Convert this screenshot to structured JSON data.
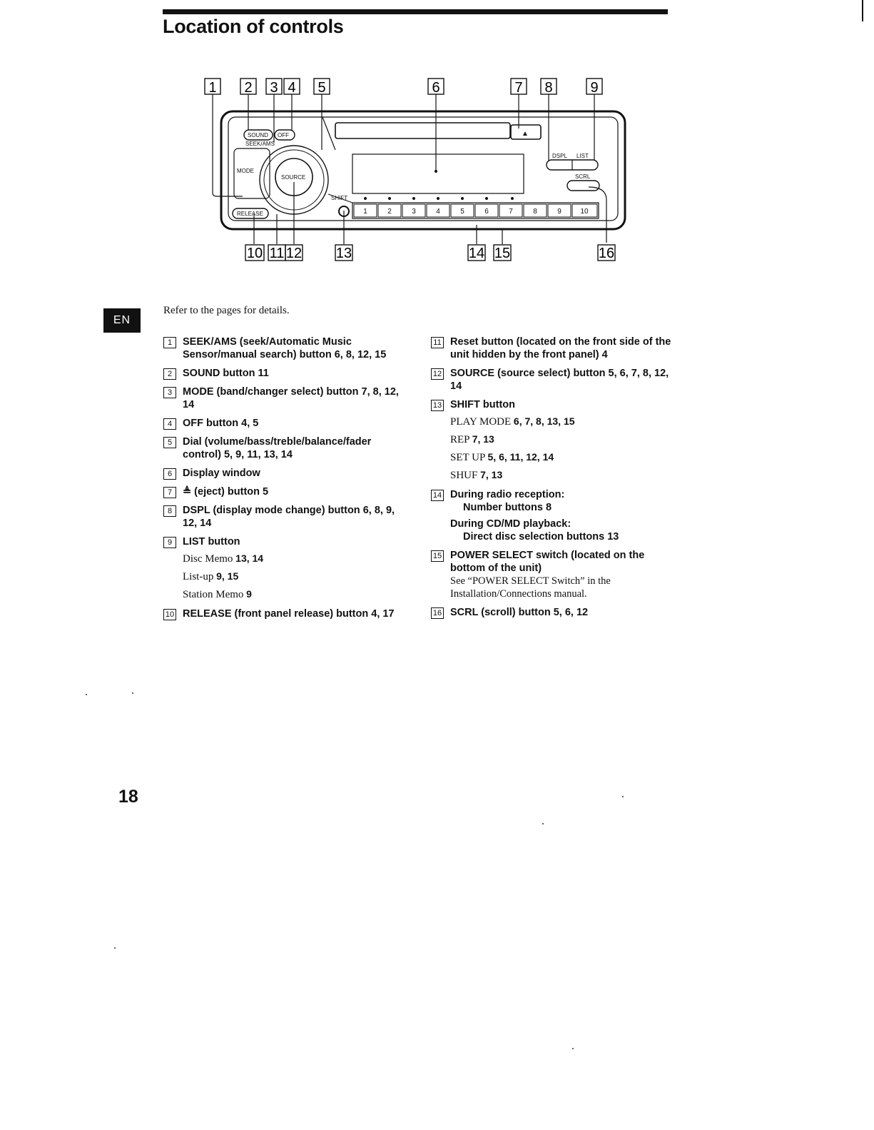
{
  "title": "Location of controls",
  "tab": "EN",
  "intro": "Refer to the pages for details.",
  "page_number": "18",
  "diagram": {
    "callouts_top": [
      "1",
      "2",
      "3",
      "4",
      "5",
      "6",
      "7",
      "8",
      "9"
    ],
    "callouts_bottom": [
      "10",
      "11",
      "12",
      "13",
      "14",
      "15",
      "16"
    ],
    "labels": {
      "sound": "SOUND",
      "off": "OFF",
      "seek_ams": "SEEK/AMS",
      "mode": "MODE",
      "source": "SOURCE",
      "shift": "SHIFT",
      "dspl": "DSPL",
      "list": "LIST",
      "scrl": "SCRL",
      "release": "RELEASE",
      "eject": "▲"
    },
    "number_buttons": [
      "1",
      "2",
      "3",
      "4",
      "5",
      "6",
      "7",
      "8",
      "9",
      "10"
    ]
  },
  "left_items": [
    {
      "num": "1",
      "text": "SEEK/AMS (seek/Automatic Music Sensor/manual search) button 6, 8, 12, 15"
    },
    {
      "num": "2",
      "text": "SOUND button 11"
    },
    {
      "num": "3",
      "text": "MODE (band/changer select) button 7, 8, 12, 14"
    },
    {
      "num": "4",
      "text": "OFF button 4, 5"
    },
    {
      "num": "5",
      "text": "Dial (volume/bass/treble/balance/fader control) 5, 9, 11, 13, 14"
    },
    {
      "num": "6",
      "text": "Display window"
    },
    {
      "num": "7",
      "text": "≜ (eject) button 5"
    },
    {
      "num": "8",
      "text": "DSPL (display mode change) button 6, 8, 9, 12, 14"
    },
    {
      "num": "9",
      "text": "LIST button"
    },
    {
      "num": "10",
      "text": "RELEASE (front panel release) button 4, 17"
    }
  ],
  "list_sub": [
    {
      "label": "Disc Memo",
      "pages": "13, 14"
    },
    {
      "label": "List-up",
      "pages": "9, 15"
    },
    {
      "label": "Station Memo",
      "pages": "9"
    }
  ],
  "right_items": [
    {
      "num": "11",
      "text": "Reset button (located on the front side of the unit hidden by the front panel) 4"
    },
    {
      "num": "12",
      "text": "SOURCE (source select) button 5, 6, 7, 8, 12, 14"
    },
    {
      "num": "13",
      "text": "SHIFT button"
    },
    {
      "num": "14",
      "text": "During radio reception:"
    },
    {
      "num": "15",
      "text": "POWER SELECT switch (located on the bottom of the unit)"
    },
    {
      "num": "16",
      "text": "SCRL (scroll) button 5, 6, 12"
    }
  ],
  "shift_sub": [
    {
      "label": "PLAY MODE",
      "pages": "6, 7, 8, 13, 15"
    },
    {
      "label": "REP",
      "pages": "7, 13"
    },
    {
      "label": "SET UP",
      "pages": "5, 6, 11, 12, 14"
    },
    {
      "label": "SHUF",
      "pages": "7, 13"
    }
  ],
  "radio_sub": "Number buttons 8",
  "cd_head": "During CD/MD playback:",
  "cd_sub": "Direct disc selection buttons 13",
  "power_note": "See “POWER SELECT Switch” in the Installation/Connections manual."
}
